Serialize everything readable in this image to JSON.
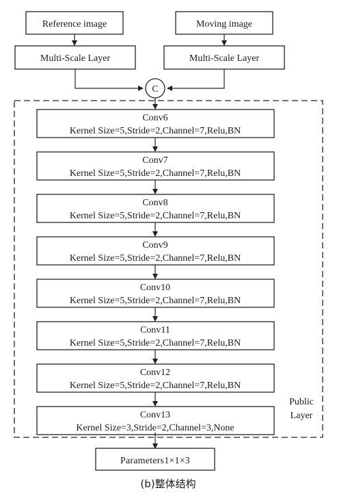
{
  "inputs": {
    "reference": "Reference  image",
    "moving": "Moving  image"
  },
  "multiscale": {
    "left": "Multi-Scale  Layer",
    "right": "Multi-Scale  Layer"
  },
  "concat_symbol": "C",
  "conv_layers": [
    {
      "name": "Conv6",
      "params": "Kernel  Size=5,Stride=2,Channel=7,Relu,BN"
    },
    {
      "name": "Conv7",
      "params": "Kernel  Size=5,Stride=2,Channel=7,Relu,BN"
    },
    {
      "name": "Conv8",
      "params": "Kernel  Size=5,Stride=2,Channel=7,Relu,BN"
    },
    {
      "name": "Conv9",
      "params": "Kernel  Size=5,Stride=2,Channel=7,Relu,BN"
    },
    {
      "name": "Conv10",
      "params": "Kernel  Size=5,Stride=2,Channel=7,Relu,BN"
    },
    {
      "name": "Conv11",
      "params": "Kernel  Size=5,Stride=2,Channel=7,Relu,BN"
    },
    {
      "name": "Conv12",
      "params": "Kernel  Size=5,Stride=2,Channel=7,Relu,BN"
    },
    {
      "name": "Conv13",
      "params": "Kernel  Size=3,Stride=2,Channel=3,None"
    }
  ],
  "public_layer": {
    "line1": "Public",
    "line2": "Layer"
  },
  "output": "Parameters1×1×3",
  "caption": "(b)整体结构"
}
